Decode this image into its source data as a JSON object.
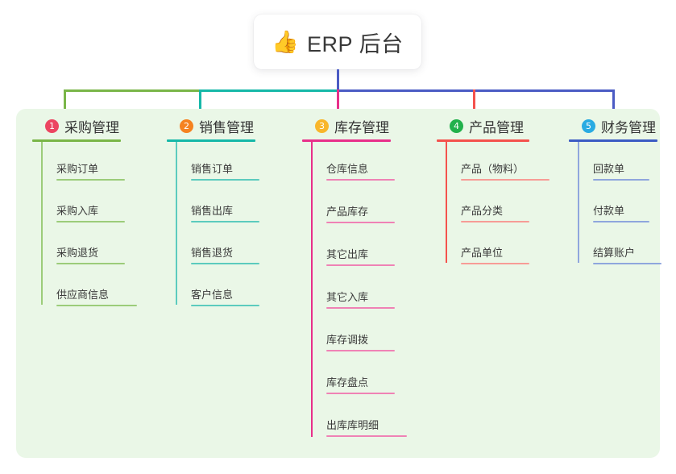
{
  "root": {
    "icon": "thumbs-up-icon",
    "emoji": "👍",
    "title": "ERP 后台"
  },
  "theme": {
    "panel_bg": "#eaf7e7",
    "page_bg": "#ffffff",
    "root_connector": "#4b5bc4"
  },
  "columns": [
    {
      "number": "1",
      "label": "采购管理",
      "badge_color": "#ec4561",
      "rule_color": "#7ab648",
      "item_rule_color": "#9ccc7a",
      "spine_color": "#9ccc7a",
      "connector_color": "#7ab648",
      "items": [
        {
          "label": "采购订单"
        },
        {
          "label": "采购入库"
        },
        {
          "label": "采购退货"
        },
        {
          "label": "供应商信息"
        }
      ]
    },
    {
      "number": "2",
      "label": "销售管理",
      "badge_color": "#f58220",
      "rule_color": "#16b8a8",
      "item_rule_color": "#5ccbbe",
      "spine_color": "#5ccbbe",
      "connector_color": "#16b8a8",
      "items": [
        {
          "label": "销售订单"
        },
        {
          "label": "销售出库"
        },
        {
          "label": "销售退货"
        },
        {
          "label": "客户信息"
        }
      ]
    },
    {
      "number": "3",
      "label": "库存管理",
      "badge_color": "#f8b62b",
      "rule_color": "#e8308a",
      "item_rule_color": "#ef82b5",
      "spine_color": "#e8308a",
      "connector_color": "#e8308a",
      "items": [
        {
          "label": "仓库信息"
        },
        {
          "label": "产品库存"
        },
        {
          "label": "其它出库"
        },
        {
          "label": "其它入库"
        },
        {
          "label": "库存调拨"
        },
        {
          "label": "库存盘点"
        },
        {
          "label": "出库库明细"
        }
      ]
    },
    {
      "number": "4",
      "label": "产品管理",
      "badge_color": "#22b14c",
      "rule_color": "#f4524d",
      "item_rule_color": "#f79c96",
      "spine_color": "#f4524d",
      "connector_color": "#f4524d",
      "items": [
        {
          "label": "产品（物料）"
        },
        {
          "label": "产品分类"
        },
        {
          "label": "产品单位"
        }
      ]
    },
    {
      "number": "5",
      "label": "财务管理",
      "badge_color": "#29abe2",
      "rule_color": "#3c5cc4",
      "item_rule_color": "#8fa6dd",
      "spine_color": "#8fa6dd",
      "connector_color": "#4b5bc4",
      "items": [
        {
          "label": "回款单"
        },
        {
          "label": "付款单"
        },
        {
          "label": "结算账户"
        }
      ]
    }
  ]
}
